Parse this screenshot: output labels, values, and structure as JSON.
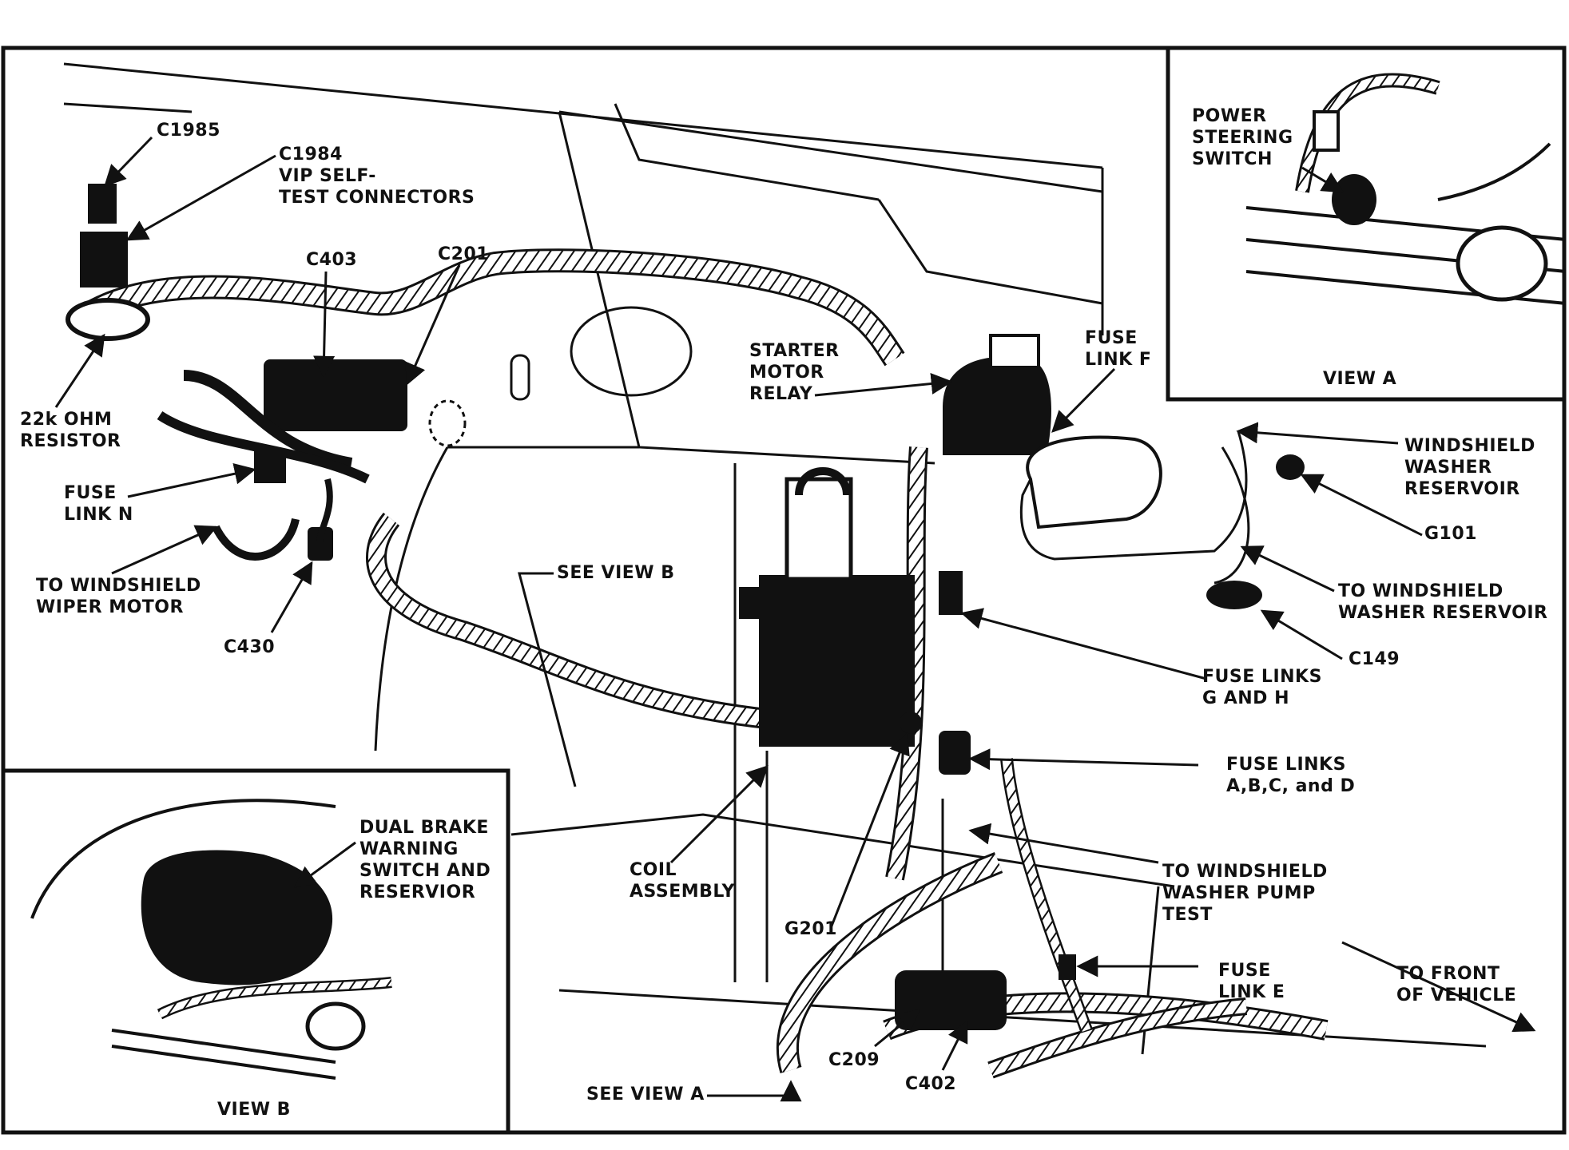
{
  "labels": {
    "c1985": "C1985",
    "c1984": "C1984",
    "vip_line1": "VIP SELF-",
    "vip_line2": "TEST CONNECTORS",
    "c403": "C403",
    "c201": "C201",
    "resistor_line1": "22k OHM",
    "resistor_line2": "RESISTOR",
    "fuse_n_line1": "FUSE",
    "fuse_n_line2": "LINK N",
    "wiper_line1": "TO WINDSHIELD",
    "wiper_line2": "WIPER MOTOR",
    "c430": "C430",
    "see_view_b": "SEE VIEW B",
    "starter_line1": "STARTER",
    "starter_line2": "MOTOR",
    "starter_line3": "RELAY",
    "fuse_f_line1": "FUSE",
    "fuse_f_line2": "LINK F",
    "reservoir_line1": "WINDSHIELD",
    "reservoir_line2": "WASHER",
    "reservoir_line3": "RESERVOIR",
    "g101": "G101",
    "to_reservoir_line1": "TO WINDSHIELD",
    "to_reservoir_line2": "WASHER RESERVOIR",
    "c149": "C149",
    "fuse_gh_line1": "FUSE LINKS",
    "fuse_gh_line2": "G AND H",
    "fuse_abcd_line1": "FUSE LINKS",
    "fuse_abcd_line2": "A,B,C, and D",
    "pump_line1": "TO WINDSHIELD",
    "pump_line2": "WASHER PUMP",
    "pump_line3": "TEST",
    "fuse_e_line1": "FUSE",
    "fuse_e_line2": "LINK E",
    "front_line1": "TO FRONT",
    "front_line2": "OF VEHICLE",
    "coil_line1": "COIL",
    "coil_line2": "ASSEMBLY",
    "g201": "G201",
    "c209": "C209",
    "c402": "C402",
    "see_view_a": "SEE VIEW A",
    "ps_line1": "POWER",
    "ps_line2": "STEERING",
    "ps_line3": "SWITCH",
    "view_a": "VIEW A",
    "brake_line1": "DUAL BRAKE",
    "brake_line2": "WARNING",
    "brake_line3": "SWITCH AND",
    "brake_line4": "RESERVIOR",
    "view_b": "VIEW B"
  },
  "colors": {
    "ink": "#111111",
    "paper": "#ffffff"
  }
}
